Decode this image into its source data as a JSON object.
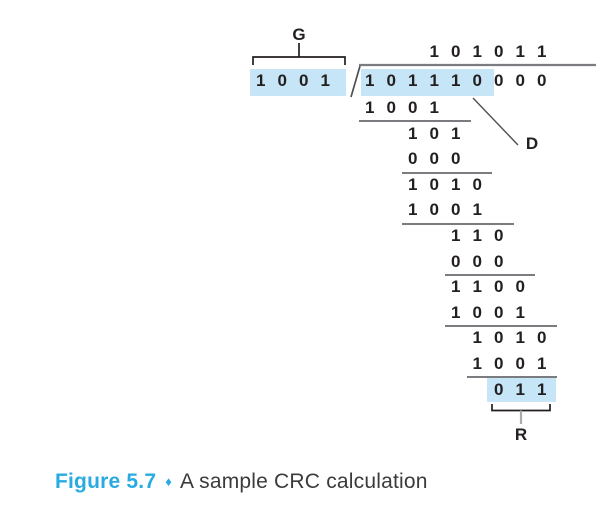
{
  "figure": {
    "labels": {
      "generator": "G",
      "data": "D",
      "remainder": "R"
    },
    "division": {
      "quotient": "101011",
      "divisor": "1001",
      "dividend": "101110000",
      "dividend_highlight_bits": 6,
      "steps": [
        {
          "digits": "1001",
          "col": 1
        },
        {
          "rule": [
            1,
            5
          ]
        },
        {
          "digits": "101",
          "col": 3
        },
        {
          "digits": "000",
          "col": 3
        },
        {
          "rule": [
            3,
            6
          ]
        },
        {
          "digits": "1010",
          "col": 3
        },
        {
          "digits": "1001",
          "col": 3
        },
        {
          "rule": [
            3,
            7
          ]
        },
        {
          "digits": "110",
          "col": 5
        },
        {
          "digits": "000",
          "col": 5
        },
        {
          "rule": [
            5,
            8
          ]
        },
        {
          "digits": "1100",
          "col": 5
        },
        {
          "digits": "1001",
          "col": 5
        },
        {
          "rule": [
            5,
            9
          ]
        },
        {
          "digits": "1010",
          "col": 6
        },
        {
          "digits": "1001",
          "col": 6
        },
        {
          "rule": [
            6,
            9
          ]
        },
        {
          "digits": "011",
          "col": 7,
          "highlight": true
        }
      ]
    }
  },
  "caption": {
    "figure_label": "Figure 5.7",
    "separator": "♦",
    "title": "A sample CRC calculation"
  },
  "colors": {
    "highlight": "#c6e5f6",
    "ink": "#231f20",
    "rule": "#7b7c7f",
    "pointer": "#4f5052",
    "tick": "#a9abae",
    "caption_accent": "#29abe2",
    "caption_ink": "#3b3b3d"
  }
}
